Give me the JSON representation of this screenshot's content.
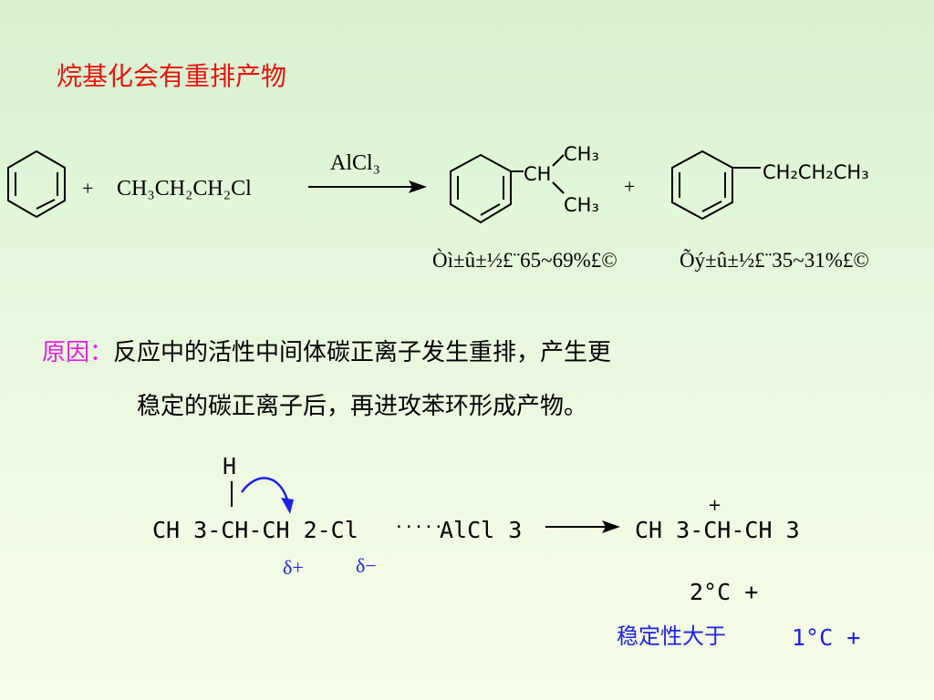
{
  "title": "烷基化会有重排产物",
  "reaction1": {
    "plus1": "+",
    "reagent": "CH₃CH₂CH₂Cl",
    "catalyst": "AlCl₃",
    "product1": {
      "ch": "CH",
      "ch3_top": "CH₃",
      "ch3_bottom": "CH₃",
      "yield": "Òì±û±½£¨65~69%£©"
    },
    "plus2": "+",
    "product2": {
      "chain": "CH₂CH₂CH₃",
      "yield": "Õý±û±½£¨35~31%£©"
    }
  },
  "reason": {
    "label": "原因：",
    "line1": "反应中的活性中间体碳正离子发生重排，产生更",
    "line2": "稳定的碳正离子后，再进攻苯环形成产物。"
  },
  "mechanism": {
    "h": "H",
    "bond": "|",
    "left_text": "CH 3-CH-CH 2-Cl",
    "dots": "·····",
    "alcl3": "AlCl 3",
    "delta_plus": "δ+",
    "delta_minus": "δ−",
    "right_text": "CH 3-CH-CH 3",
    "plus": "+",
    "secondary": "2°C +",
    "stability": "稳定性大于",
    "primary": "1°C +"
  },
  "colors": {
    "title": "#e8130f",
    "reason_label": "#e61ce0",
    "blue": "#1e22e0"
  }
}
